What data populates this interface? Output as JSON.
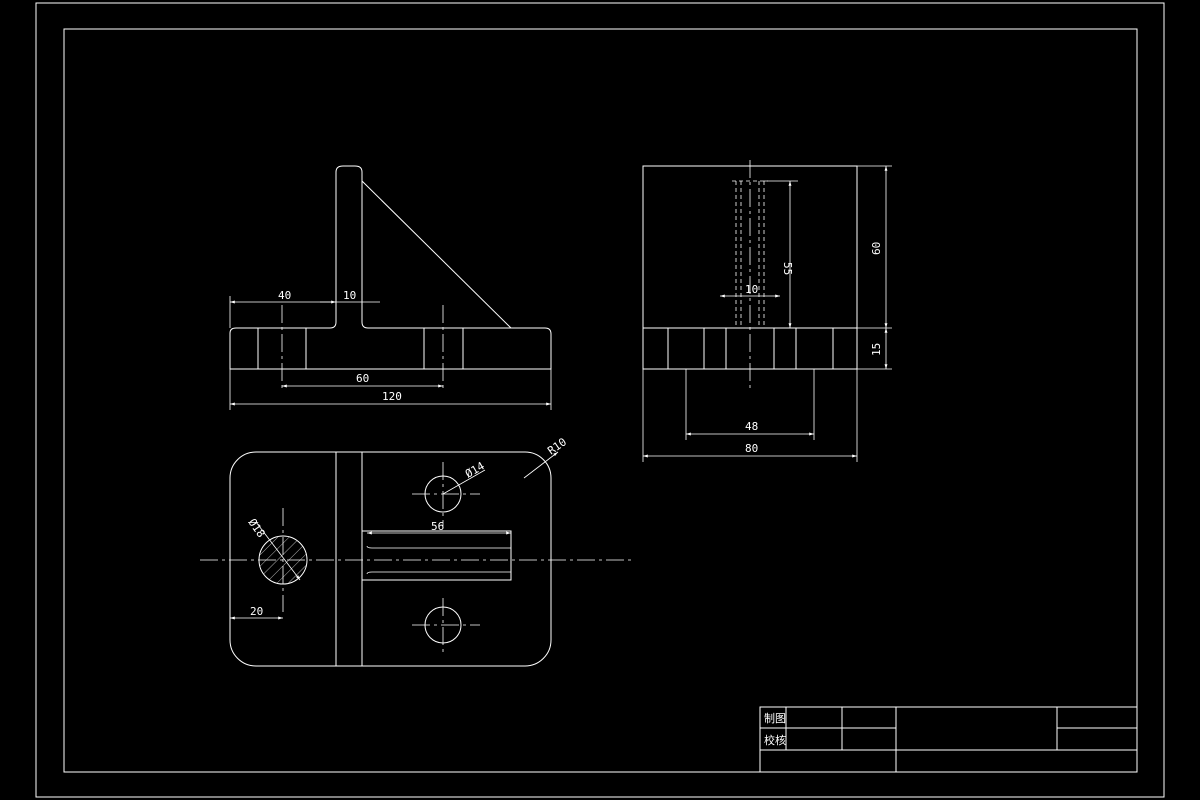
{
  "colors": {
    "background": "#000000",
    "line": "#ffffff"
  },
  "front_view": {
    "dims": {
      "d40": "40",
      "d10": "10",
      "d60": "60",
      "d120": "120"
    }
  },
  "side_view": {
    "dims": {
      "d55": "55",
      "d10": "10",
      "d60": "60",
      "d15": "15",
      "d48": "48",
      "d80": "80"
    }
  },
  "top_view": {
    "dims": {
      "r10": "R10",
      "d14": "Ø14",
      "d18": "Ø18",
      "d56": "56",
      "d20": "20"
    }
  },
  "title_block": {
    "drawn_by": "制图",
    "checked_by": "校核"
  }
}
